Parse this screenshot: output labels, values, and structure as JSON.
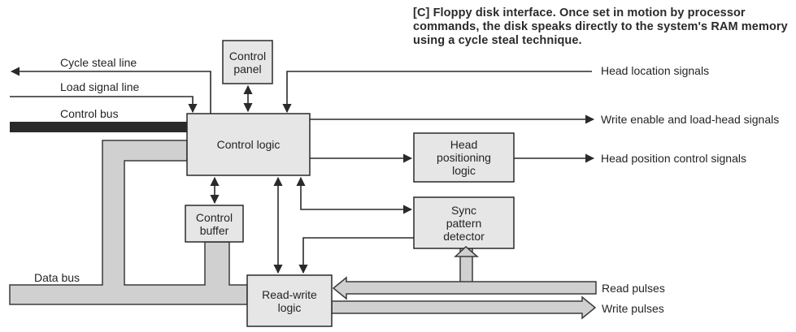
{
  "caption": {
    "figure_letter": "C",
    "text": "Floppy disk interface. Once set in motion by processor commands, the disk speaks directly to the system's RAM memory using a cycle steal technique."
  },
  "blocks": {
    "control_panel": "Control\npanel",
    "control_logic": "Control logic",
    "head_positioning_logic": "Head\npositioning\nlogic",
    "control_buffer": "Control\nbuffer",
    "sync_pattern_detector": "Sync\npattern\ndetector",
    "read_write_logic": "Read-write\nlogic"
  },
  "lines": {
    "cycle_steal_line": "Cycle steal line",
    "load_signal_line": "Load signal line",
    "control_bus": "Control bus",
    "data_bus": "Data bus"
  },
  "signals": {
    "head_location": "Head location signals",
    "write_enable": "Write enable and load-head signals",
    "head_position_control": "Head position control signals",
    "read_pulses": "Read pulses",
    "write_pulses": "Write pulses"
  },
  "colors": {
    "box_fill": "#e6e6e6",
    "bus_fill": "#d0d0d0",
    "line": "#2a2a2a",
    "control_bus": "#2a2a2a"
  }
}
